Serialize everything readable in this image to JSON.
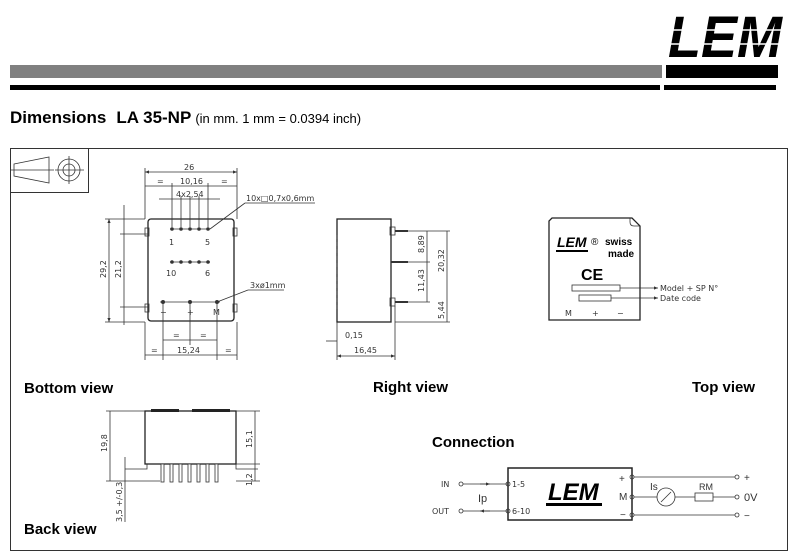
{
  "brand": {
    "logo": "LEM"
  },
  "header": {
    "title": "Dimensions",
    "model": "LA 35-NP",
    "units_note": "(in mm. 1 mm = 0.0394 inch)"
  },
  "bottom_view": {
    "label": "Bottom view",
    "dims": {
      "width": "26",
      "pin_span": "10,16",
      "pitch": "4x2,54",
      "pin_spec": "10x□0,7x0,6mm",
      "height_outer": "29,2",
      "height_inner": "21,2",
      "secondary_pins": "3xø1mm",
      "secondary_span": "15,24",
      "equal": "="
    },
    "pin_labels": {
      "p1": "1",
      "p5": "5",
      "p10": "10",
      "p6": "6",
      "minus": "−",
      "plus": "+",
      "m": "M"
    }
  },
  "right_view": {
    "label": "Right view",
    "dims": {
      "d1": "8,89",
      "d2": "11,43",
      "d3": "20,32",
      "d4": "5,44",
      "d5": "0,15",
      "d6": "16,45"
    }
  },
  "top_view": {
    "label": "Top view",
    "logo": "LEM",
    "registered": "®",
    "swiss": "swiss",
    "made": "made",
    "ce": "CE",
    "model_label": "Model + SP N°",
    "date_label": "Date code",
    "terminals": [
      "M",
      "+",
      "−"
    ]
  },
  "back_view": {
    "label": "Back view",
    "dims": {
      "height": "19,8",
      "body": "15,1",
      "gap": "1,2",
      "pin_length": "3,5 +/-0,3"
    }
  },
  "connection": {
    "label": "Connection",
    "in": "IN",
    "out": "OUT",
    "ip": "Ip",
    "pins_in": "1-5",
    "pins_out": "6-10",
    "logo": "LEM",
    "plus": "+",
    "m": "M",
    "minus": "−",
    "is": "Is",
    "rm": "RM",
    "out_plus": "+",
    "out_0v": "0V",
    "out_minus": "−"
  }
}
